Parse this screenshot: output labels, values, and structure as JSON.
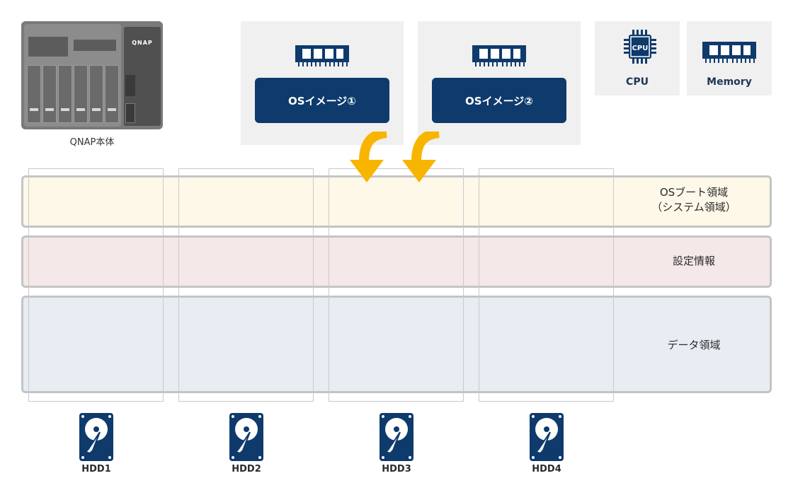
{
  "device": {
    "label": "QNAP本体",
    "logo": "QNAP"
  },
  "os_images": [
    {
      "label": "OSイメージ①"
    },
    {
      "label": "OSイメージ②"
    }
  ],
  "hardware": [
    {
      "label": "CPU",
      "icon": "cpu-icon",
      "chip_text": "CPU"
    },
    {
      "label": "Memory",
      "icon": "memory-module-icon"
    }
  ],
  "regions": [
    {
      "line1": "OSブート領域",
      "line2": "（システム領域）",
      "color": "#fdf8e8"
    },
    {
      "line1": "設定情報",
      "color": "#f5e8e9"
    },
    {
      "line1": "データ領域",
      "color": "#e8edf3"
    }
  ],
  "disks": [
    {
      "label": "HDD1",
      "icon": "hard-disk-icon"
    },
    {
      "label": "HDD2",
      "icon": "hard-disk-icon"
    },
    {
      "label": "HDD3",
      "icon": "hard-disk-icon"
    },
    {
      "label": "HDD4",
      "icon": "hard-disk-icon"
    }
  ],
  "colors": {
    "accent": "#0e3a6c",
    "arrow": "#f7b500",
    "panel": "#f0f0f0"
  }
}
